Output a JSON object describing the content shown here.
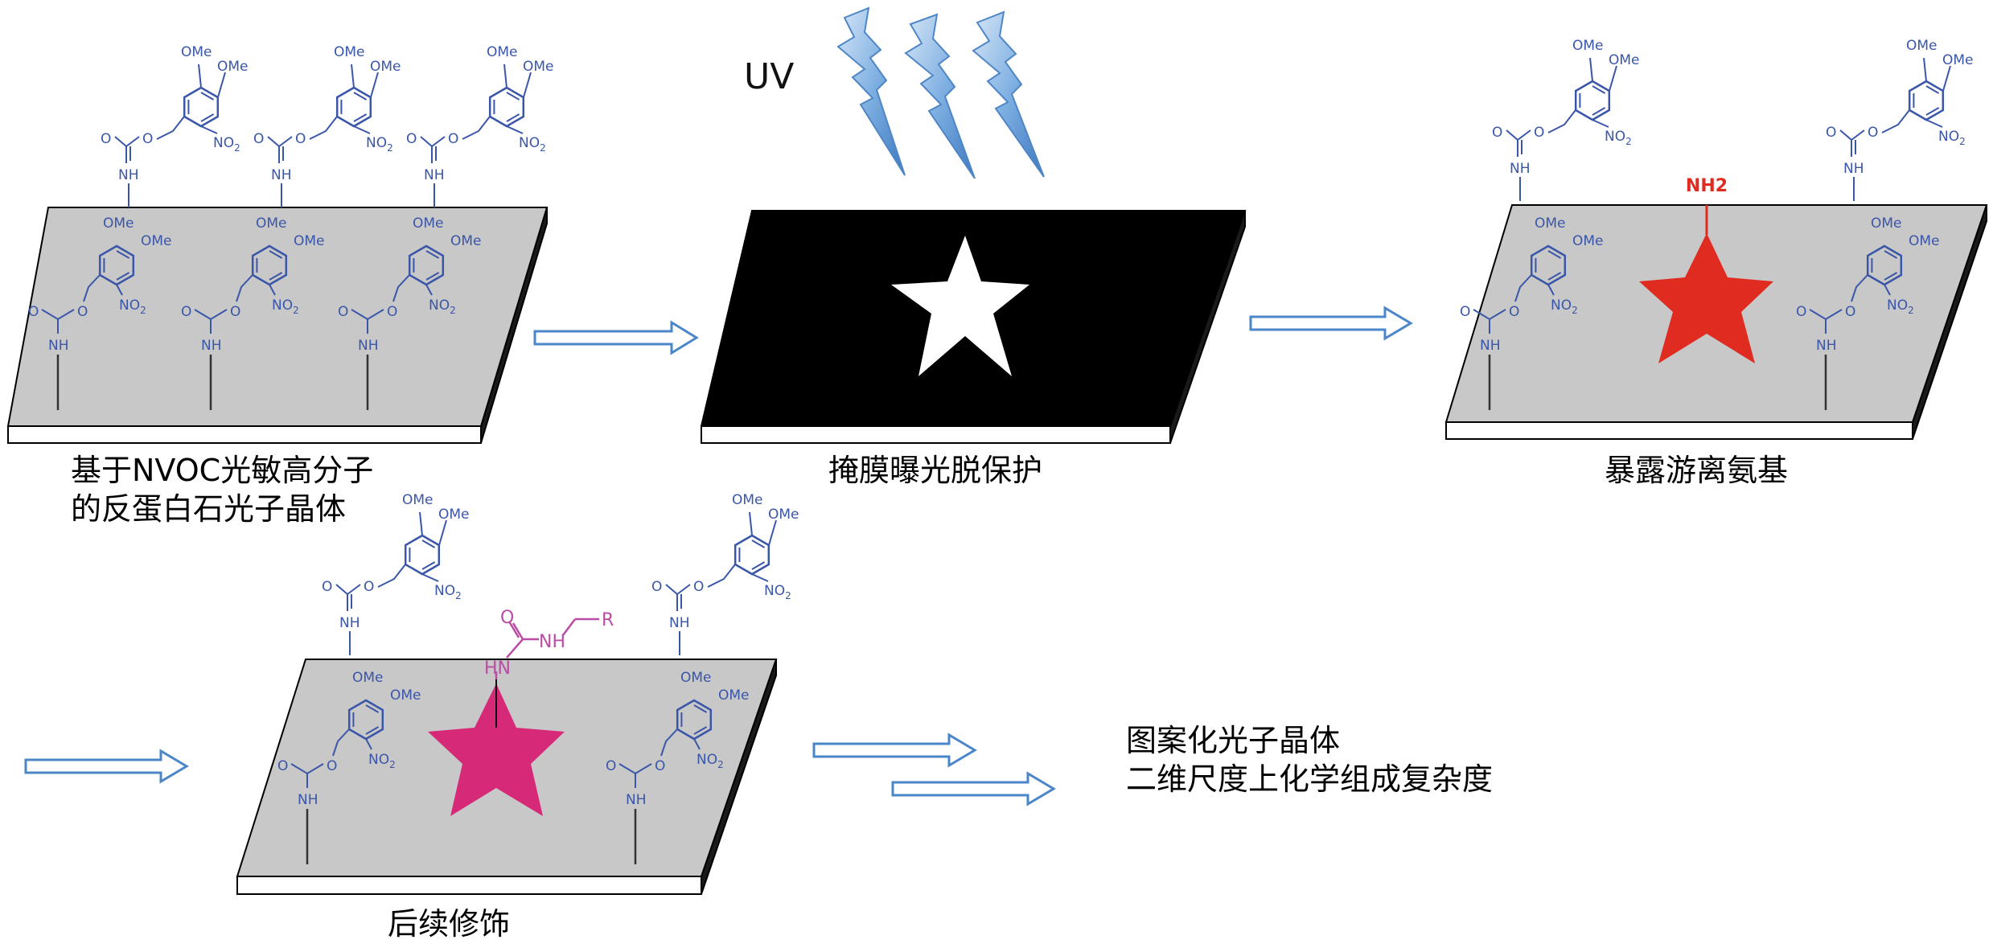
{
  "uv_label": "UV",
  "chem": {
    "ome": "OMe",
    "no2": "NO",
    "no2_sub": "2",
    "nh": "NH",
    "o": "O",
    "nh2_label": "NH2",
    "urea_hn": "HN",
    "urea_nh": "NH",
    "urea_r": "R"
  },
  "steps": {
    "step1_caption_line1": "基于NVOC光敏高分子",
    "step1_caption_line2": "的反蛋白石光子晶体",
    "step2_caption": "掩膜曝光脱保护",
    "step3_caption": "暴露游离氨基",
    "step4_caption": "后续修饰",
    "result_line1": "图案化光子晶体",
    "result_line2": "二维尺度上化学组成复杂度"
  },
  "colors": {
    "molecule": "#3a56a8",
    "plate_top": "#c8c8c8",
    "mask": "#000000",
    "star_red": "#e02b20",
    "star_magenta": "#d62a78",
    "nh2_red": "#e02b20",
    "urea_purple": "#b94ca4",
    "arrow": "#4a86c8",
    "uv_bolt": "#6aa0d8"
  }
}
